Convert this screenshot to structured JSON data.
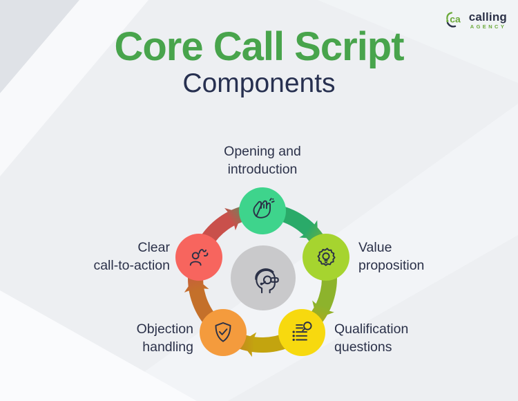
{
  "logo": {
    "brand": "calling",
    "sub": "AGENCY",
    "monogram": "ca",
    "navy": "#2b3147",
    "green": "#6ba93a"
  },
  "title": {
    "line1": "Core Call Script",
    "line2": "Components",
    "accent_color": "#48a44c",
    "dark_color": "#273050"
  },
  "diagram": {
    "flow": "clockwise",
    "center": {
      "icon": "headset-agent-icon",
      "color": "#c9c9cb"
    },
    "nodes": [
      {
        "id": "opening",
        "label_lines": [
          "Opening and",
          "introduction"
        ],
        "color": "#3ed48c",
        "arrow_color": "#2aaa69",
        "icon": "waving-hand-icon"
      },
      {
        "id": "value",
        "label_lines": [
          "Value",
          "proposition"
        ],
        "color": "#a6d42f",
        "arrow_color": "#8db32c",
        "icon": "gear-bulb-icon"
      },
      {
        "id": "qualification",
        "label_lines": [
          "Qualification",
          "questions"
        ],
        "color": "#f7d90f",
        "arrow_color": "#c3a40f",
        "icon": "checklist-magnifier-icon"
      },
      {
        "id": "objection",
        "label_lines": [
          "Objection",
          "handling"
        ],
        "color": "#f49b3d",
        "arrow_color": "#c4702a",
        "icon": "shield-check-icon"
      },
      {
        "id": "cta",
        "label_lines": [
          "Clear",
          "call-to-action"
        ],
        "color": "#f7655e",
        "arrow_color": "#c9504b",
        "icon": "person-action-icon"
      }
    ]
  },
  "background_color": "#edeff2",
  "text_color": "#2b3149"
}
